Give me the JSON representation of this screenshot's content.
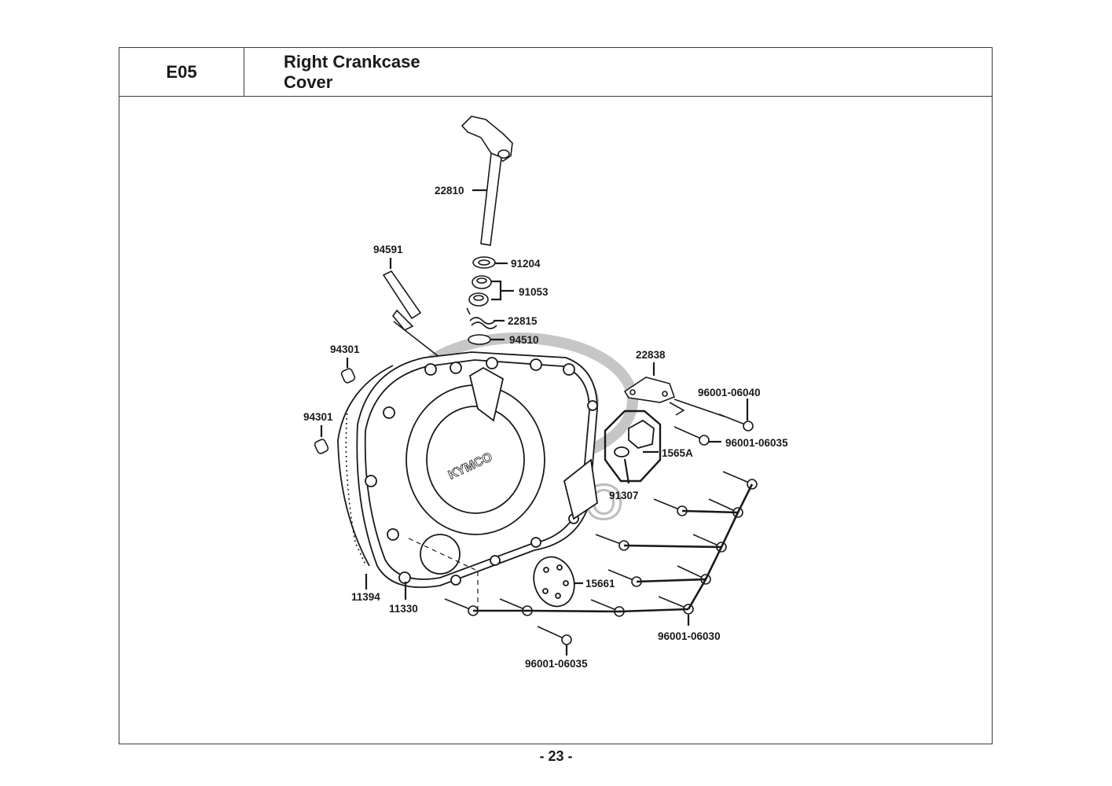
{
  "header": {
    "code": "E05",
    "title": "Right Crankcase Cover"
  },
  "watermark": "KYMCO",
  "cover_logo": "KYMCO",
  "parts": {
    "p22810": "22810",
    "p94591": "94591",
    "p91204": "91204",
    "p91053": "91053",
    "p22815": "22815",
    "p94510": "94510",
    "p94301a": "94301",
    "p94301b": "94301",
    "p22838": "22838",
    "p96001_06040": "96001-06040",
    "p96001_06035a": "96001-06035",
    "p1565A": "1565A",
    "p91307": "91307",
    "p15661": "15661",
    "p11394": "11394",
    "p11330": "11330",
    "p96001_06030": "96001-06030",
    "p96001_06035b": "96001-06035"
  },
  "footer": {
    "page": "- 23 -"
  },
  "colors": {
    "ink": "#1a1a1a",
    "watermark": "#bdbdbd",
    "frame": "#3a3a3a"
  }
}
